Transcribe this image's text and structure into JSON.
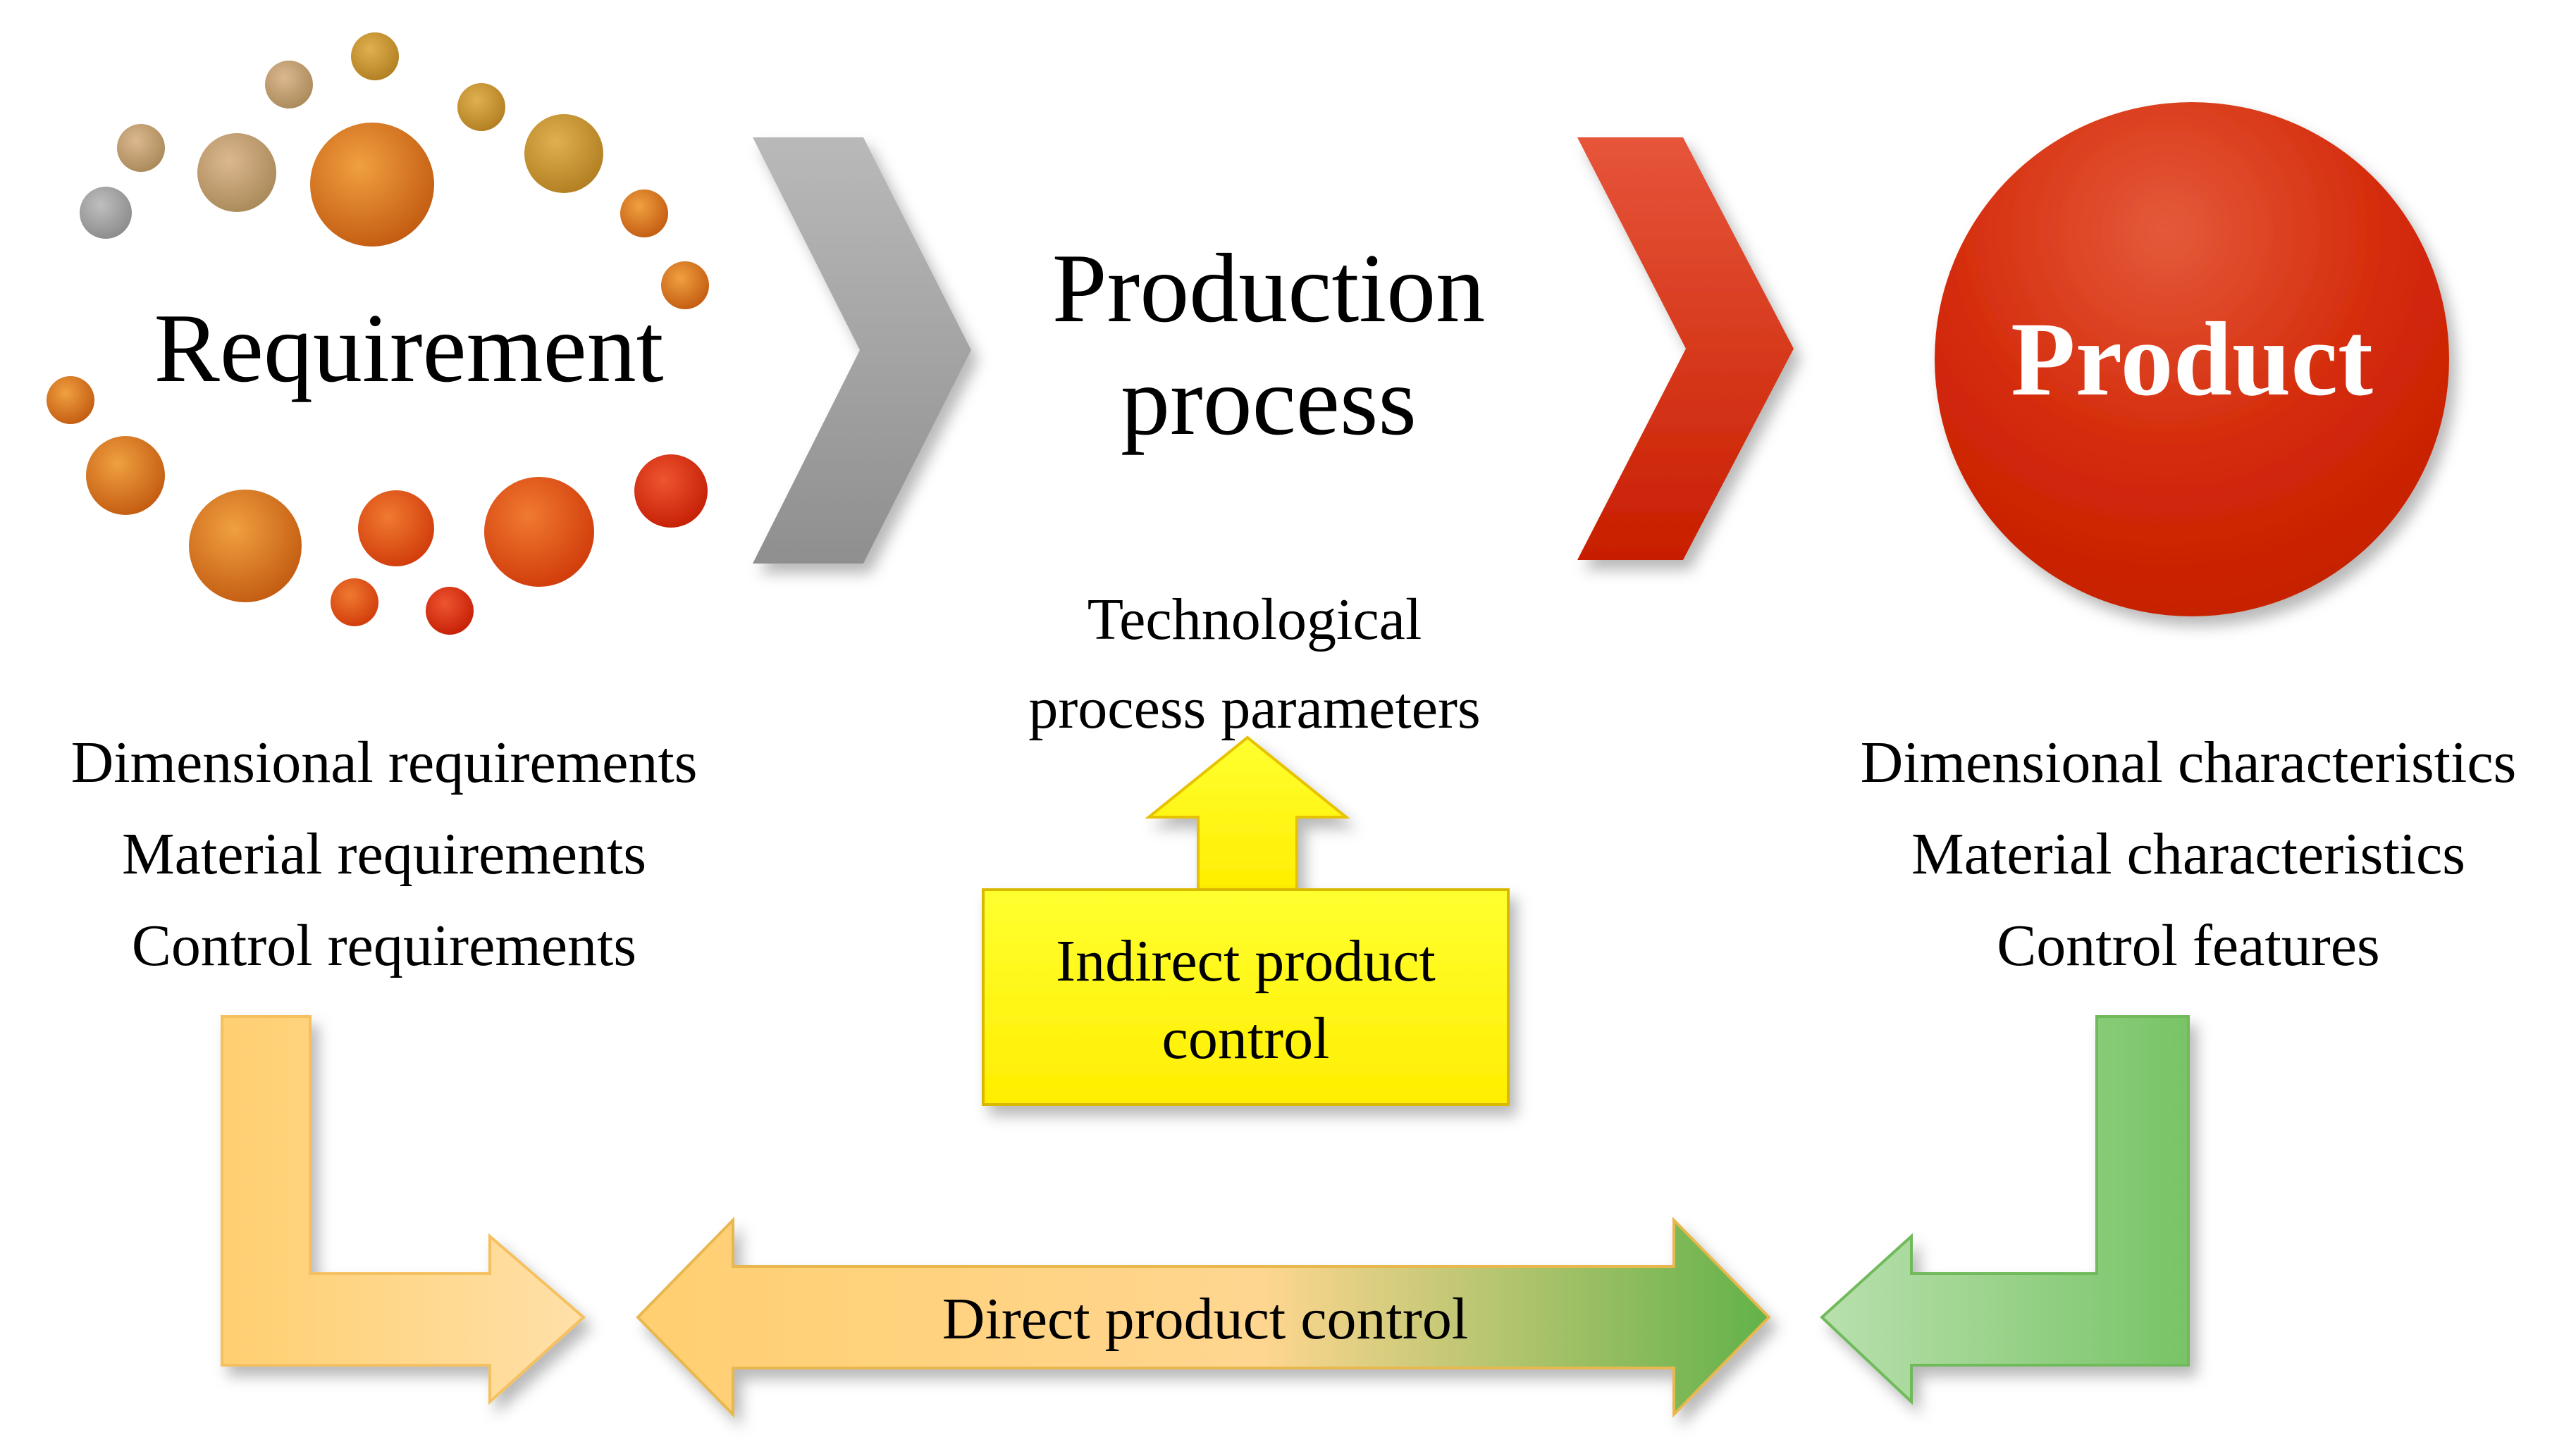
{
  "requirement": {
    "title": "Requirement",
    "items": [
      "Dimensional requirements",
      "Material requirements",
      "Control requirements"
    ]
  },
  "production": {
    "title_line1": "Production",
    "title_line2": "process",
    "param_line1": "Technological",
    "param_line2": "process parameters"
  },
  "product": {
    "title": "Product",
    "items": [
      "Dimensional characteristics",
      "Material characteristics",
      "Control features"
    ]
  },
  "indirect": {
    "line1": "Indirect product",
    "line2": "control"
  },
  "direct": {
    "label": "Direct product control"
  },
  "colors": {
    "orange": "#d8701a",
    "red": "#d82a0c",
    "gray": "#a6a6a6",
    "yellow": "#ffff00",
    "light_orange": "#ffd27a",
    "green": "#7cc46a"
  }
}
